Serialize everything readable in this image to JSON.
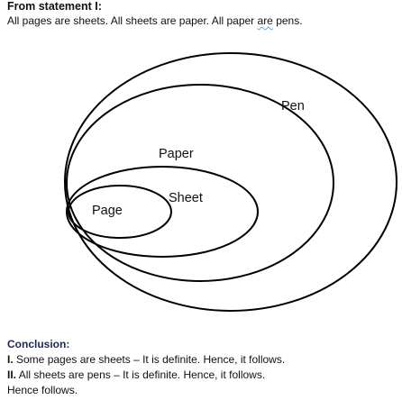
{
  "header": {
    "title": "From statement I:",
    "statement_before": "All pages are sheets. All sheets are paper. All paper ",
    "statement_underlined": "are",
    "statement_after": " pens."
  },
  "diagram": {
    "labels": {
      "pen": "Pen",
      "paper": "Paper",
      "sheet": "Sheet",
      "page": "Page"
    }
  },
  "conclusion": {
    "title": "Conclusion:",
    "items": [
      {
        "number": "I.",
        "text": " Some pages are sheets – It is definite. Hence, it follows."
      },
      {
        "number": "II.",
        "text": " All sheets are pens – It is definite. Hence, it follows."
      }
    ],
    "final": "Hence follows."
  }
}
